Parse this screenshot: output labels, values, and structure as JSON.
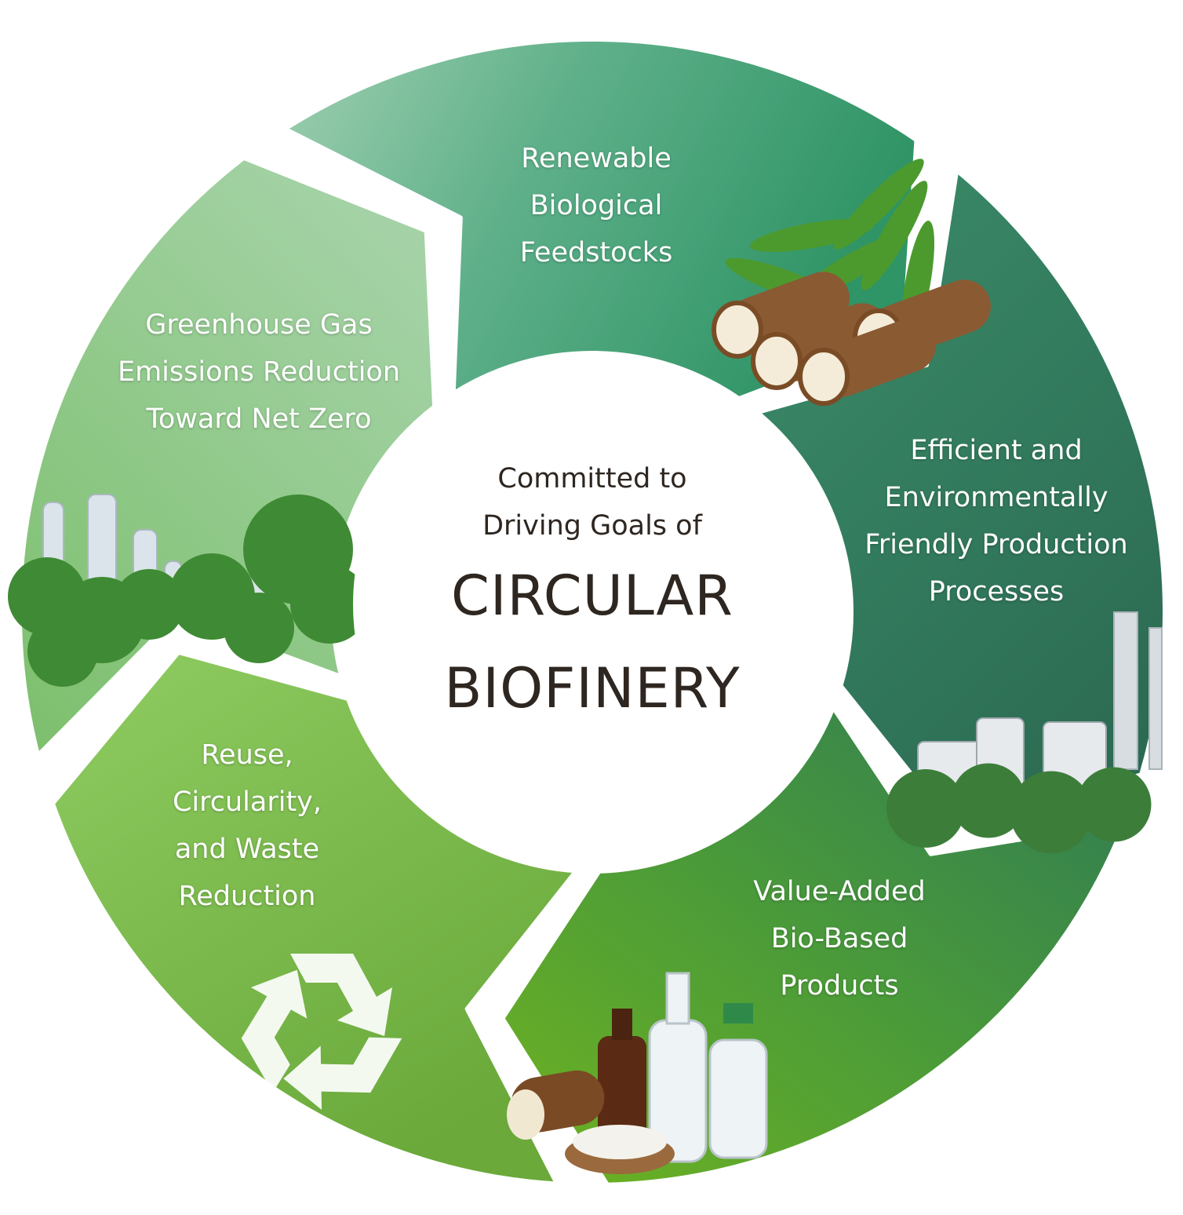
{
  "colors": {
    "seg_top": "#3f9e72",
    "seg_right": "#2e6f57",
    "seg_bottom_right": "#4e9a3e",
    "seg_bottom_left": "#7bbb4e",
    "seg_left": "#8cc98a",
    "center_fill": "#ffffff",
    "text_dark": "#2e2620",
    "text_light": "#ffffff"
  },
  "segments": [
    {
      "lines": [
        "Renewable",
        "Biological",
        "Feedstocks"
      ],
      "illustration": "cassava-roots-and-leaves-icon"
    },
    {
      "lines": [
        "Efficient and",
        "Environmentally",
        "Friendly Production",
        "Processes"
      ],
      "illustration": "biorefinery-plant-icon"
    },
    {
      "lines": [
        "Value-Added",
        "Bio-Based",
        "Products"
      ],
      "illustration": "bottles-and-flask-icon"
    },
    {
      "lines": [
        "Reuse,",
        "Circularity,",
        "and Waste",
        "Reduction"
      ],
      "illustration": "recycle-icon"
    },
    {
      "lines": [
        "Greenhouse Gas",
        "Emissions Reduction",
        "Toward Net Zero"
      ],
      "illustration": "green-city-icon"
    }
  ],
  "center": {
    "intro_lines": [
      "Committed to",
      "Driving Goals of"
    ],
    "title_lines": [
      "CIRCULAR",
      "BIOFINERY"
    ]
  }
}
